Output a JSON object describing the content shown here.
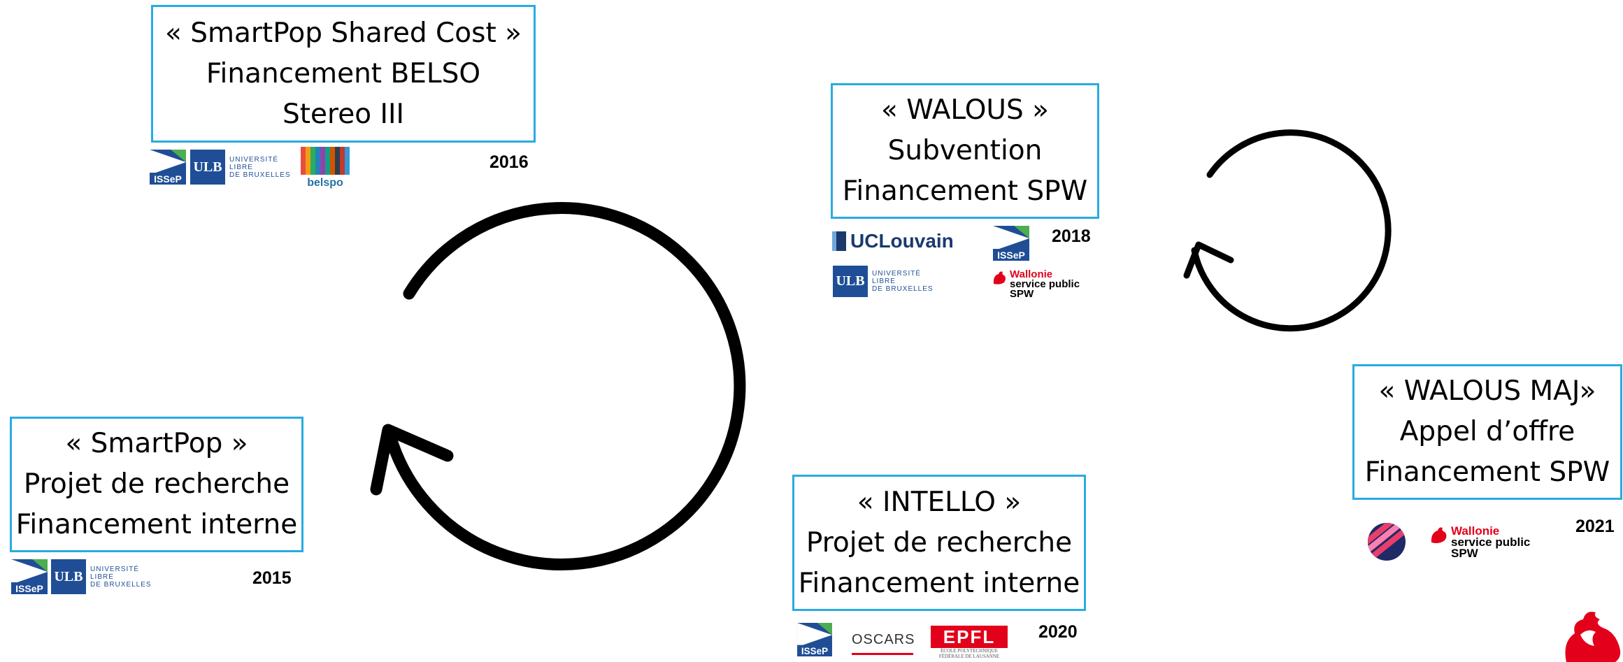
{
  "nodes": [
    {
      "id": "smartpop_shared",
      "lines": [
        "« SmartPop Shared Cost »",
        "Financement BELSO",
        "Stereo III"
      ],
      "year": "2016",
      "logos": [
        "ISSeP",
        "ULB",
        "belspo"
      ]
    },
    {
      "id": "walous",
      "lines": [
        "« WALOUS »",
        "Subvention",
        "Financement SPW"
      ],
      "year": "2018",
      "logos": [
        "UCLouvain",
        "ISSeP",
        "ULB",
        "Wallonie service public SPW"
      ]
    },
    {
      "id": "smartpop",
      "lines": [
        "« SmartPop »",
        "Projet de recherche",
        "Financement interne"
      ],
      "year": "2015",
      "logos": [
        "ISSeP",
        "ULB"
      ]
    },
    {
      "id": "intello",
      "lines": [
        "« INTELLO »",
        "Projet de recherche",
        "Financement interne"
      ],
      "year": "2020",
      "logos": [
        "ISSeP",
        "OSCARS",
        "EPFL"
      ]
    },
    {
      "id": "walous_maj",
      "lines": [
        "« WALOUS MAJ»",
        "Appel d’offre",
        "Financement SPW"
      ],
      "year": "2021",
      "logos": [
        "Wallonie service public SPW"
      ]
    }
  ],
  "logo_text": {
    "issep": "ISSeP",
    "ulb_mark": "ULB",
    "ulb_line1": "UNIVERSITÉ",
    "ulb_line2": "LIBRE",
    "ulb_line3": "DE BRUXELLES",
    "belspo": "belspo",
    "uclouvain": "UCLouvain",
    "wallonie_line1": "Wallonie",
    "wallonie_line2": "service public",
    "wallonie_line3": "SPW",
    "oscars": "OSCARS",
    "epfl": "EPFL",
    "epfl_line1": "ÉCOLE POLYTECHNIQUE",
    "epfl_line2": "FÉDÉRALE DE LAUSANNE"
  },
  "colors": {
    "box_border": "#29abe2",
    "arrow": "#000000",
    "ulb_blue": "#1f4e96",
    "spw_red": "#e2001a"
  }
}
